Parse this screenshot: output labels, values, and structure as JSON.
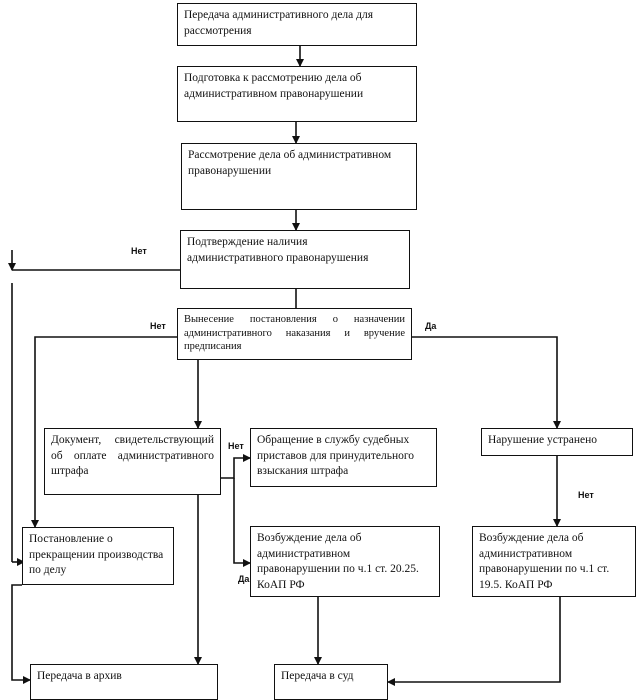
{
  "boxes": {
    "transfer": "Передача административного дела для рассмотрения",
    "prepare": "Подготовка к рассмотрению дела об административном правонарушении",
    "consider": "Рассмотрение дела об административном правонарушении",
    "confirm": "Подтверждение наличия административного правонарушения",
    "decision": "Вынесение постановления о назначении административного наказания и вручение предписания",
    "document": "Документ, свидетельствующий об оплате административного штрафа",
    "bailiffs": "Обращение в службу судебных приставов для принудительного взыскания штрафа",
    "eliminated": "Нарушение устранено",
    "terminate": "Постановление о прекращении производства по делу",
    "case_2025": "Возбуждение дела об административном правонарушении по ч.1 ст. 20.25. КоАП РФ",
    "case_195": "Возбуждение дела об административном правонарушении по ч.1 ст. 19.5. КоАП РФ",
    "archive": "Передача в архив",
    "court": "Передача в суд"
  },
  "labels": {
    "no_confirm": "Нет",
    "no_decision": "Нет",
    "yes_decision": "Да",
    "no_document": "Нет",
    "yes_document": "Да",
    "no_eliminated": "Нет"
  }
}
